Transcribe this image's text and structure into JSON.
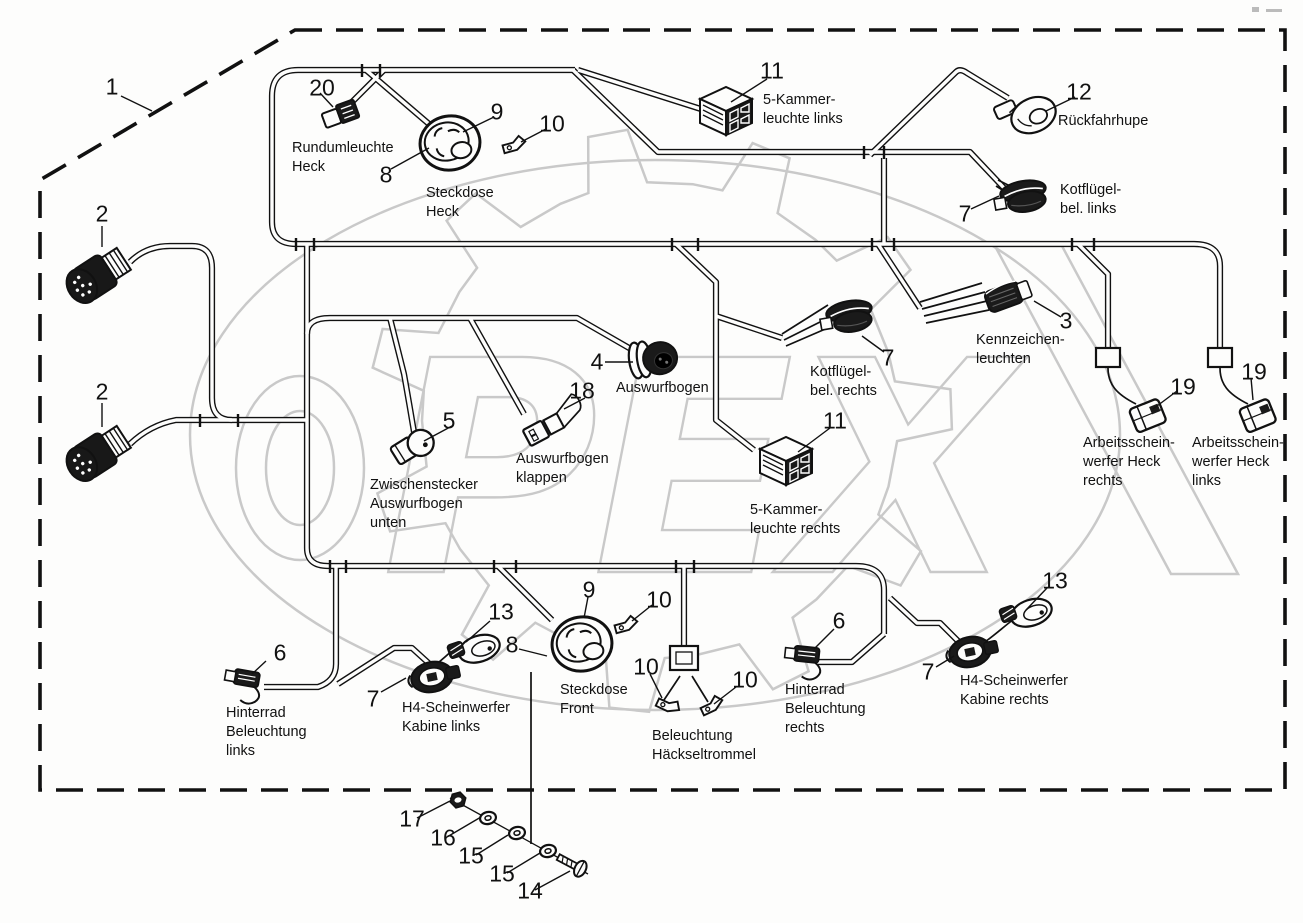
{
  "figure": {
    "background": "#fdfdfc",
    "line_color": "#111111",
    "watermark_color": "#c9c9c9",
    "watermark_text": "PEX"
  },
  "callouts": [
    {
      "num": "1"
    },
    {
      "num": "20",
      "desc": "Rundumleuchte\nHeck"
    },
    {
      "num": "8",
      "desc": "Steckdose\nHeck"
    },
    {
      "num": "9"
    },
    {
      "num": "10"
    },
    {
      "num": "11",
      "desc": "5-Kammer-\nleuchte links"
    },
    {
      "num": "12",
      "desc": "Rückfahrhupe"
    },
    {
      "num": "7",
      "desc": "Kotflügel-\nbel. links"
    },
    {
      "num": "2"
    },
    {
      "num": "2"
    },
    {
      "num": "3",
      "desc": "Kennzeichen-\nleuchten"
    },
    {
      "num": "7",
      "desc": "Kotflügel-\nbel. rechts"
    },
    {
      "num": "4",
      "desc": "Auswurfbogen"
    },
    {
      "num": "18",
      "desc": "Auswurfbogen\nklappen"
    },
    {
      "num": "5",
      "desc": "Zwischenstecker\nAuswurfbogen\nunten"
    },
    {
      "num": "11",
      "desc": "5-Kammer-\nleuchte rechts"
    },
    {
      "num": "19",
      "desc": "Arbeitsschein-\nwerfer Heck\nrechts"
    },
    {
      "num": "19",
      "desc": "Arbeitsschein-\nwerfer Heck\nlinks"
    },
    {
      "num": "13"
    },
    {
      "num": "6",
      "desc": "Hinterrad\nBeleuchtung\nlinks"
    },
    {
      "num": "7",
      "desc": "H4-Scheinwerfer\nKabine links"
    },
    {
      "num": "8",
      "desc": "Steckdose\nFront"
    },
    {
      "num": "9"
    },
    {
      "num": "10"
    },
    {
      "num": "10"
    },
    {
      "num": "10",
      "desc": "Beleuchtung\nHäckseltrommel"
    },
    {
      "num": "6",
      "desc": "Hinterrad\nBeleuchtung\nrechts"
    },
    {
      "num": "7",
      "desc": "H4-Scheinwerfer\nKabine rechts"
    },
    {
      "num": "13"
    },
    {
      "num": "17"
    },
    {
      "num": "16"
    },
    {
      "num": "15"
    },
    {
      "num": "15"
    },
    {
      "num": "14"
    }
  ]
}
